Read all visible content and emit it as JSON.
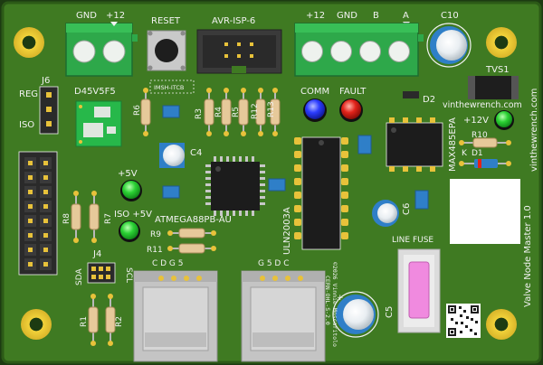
{
  "board": {
    "colors": {
      "pcb": "#3f7a22",
      "pcb_edge": "#2c5a17",
      "silk": "#f2f2f2",
      "pad": "#e8c23a",
      "terminal": "#2ea84a",
      "resistor": "#e6c99a",
      "led_green": "#2bd134",
      "led_blue": "#2b3cff",
      "led_red": "#e2231a",
      "cap_blue": "#2f7fc8"
    },
    "labels": {
      "gnd_left": "GND",
      "plus12_left": "+12",
      "reset": "RESET",
      "avr_isp": "AVR-ISP-6",
      "plus12_right": "+12",
      "gnd_right": "GND",
      "b": "B",
      "a": "A",
      "c10": "C10",
      "j6": "J6",
      "reg": "REG",
      "iso": "ISO",
      "d45v5f5": "D45V5F5",
      "imsh": "IMSH-ITCB",
      "r6": "R6",
      "r3": "R3",
      "r4": "R4",
      "r5": "R5",
      "r12": "R12",
      "r13": "R13",
      "comm": "COMM",
      "fault": "FAULT",
      "d2": "D2",
      "tvs1": "TVS1",
      "website": "vinthewrench.com",
      "plus12v": "+12V",
      "r10": "R10",
      "k": "K",
      "d1": "D1",
      "max485": "MAX485EPA",
      "c4": "C4",
      "plus5v": "+5V",
      "iso5v": "ISO +5V",
      "r8": "R8",
      "r7": "R7",
      "atmega": "ATMEGA88PB-AU",
      "r9": "R9",
      "r11": "R11",
      "uln": "ULN2003A",
      "c6": "C6",
      "line_fuse": "LINE FUSE",
      "valve_node": "Valve Node Master 1.0",
      "j4": "J4",
      "sda": "SDA",
      "scl": "SCL",
      "cdg5_left": "C  D  G  5",
      "g5dc_right": "G  5  D  C",
      "copyright": "©2026 Vinnie Moscaritolo",
      "cern": "CERN-OHL-S-2.0",
      "r1": "R1",
      "r2": "R2",
      "c5": "C5"
    }
  }
}
